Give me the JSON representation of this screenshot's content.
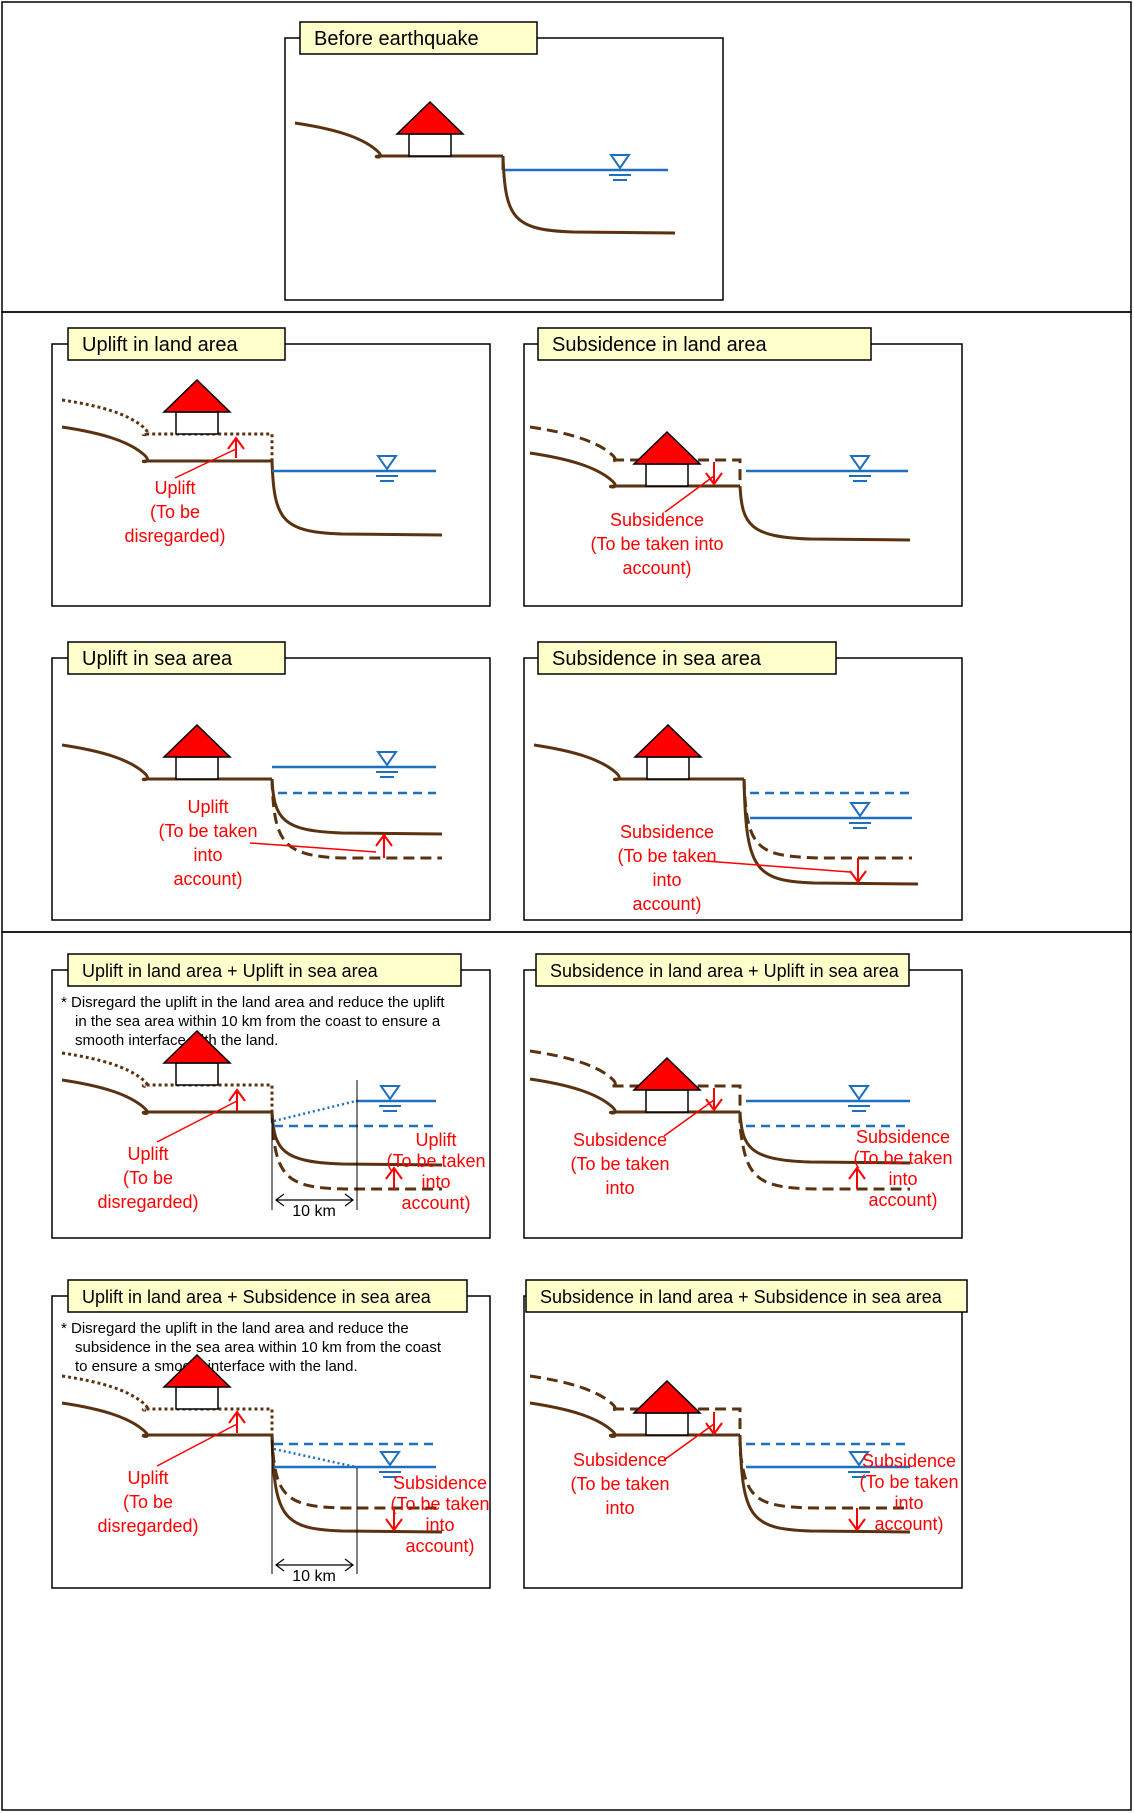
{
  "colors": {
    "ground": "#5a3210",
    "water": "#1f6fbf",
    "annotation": "#ff0000",
    "house": "#ff0000",
    "title_fill": "#ffffcc",
    "frame": "#000000"
  },
  "symbols": {
    "water_level": "water-level-icon",
    "house": "house-icon"
  },
  "panels": {
    "before": {
      "title": "Before earthquake"
    },
    "uplift_land": {
      "title": "Uplift in land area",
      "label": [
        "Uplift",
        "(To be",
        "disregarded)"
      ]
    },
    "subsidence_land": {
      "title": "Subsidence in land area",
      "label": [
        "Subsidence",
        "(To be taken into",
        "account)"
      ]
    },
    "uplift_sea": {
      "title": "Uplift in sea area",
      "label": [
        "Uplift",
        "(To be taken",
        "into",
        "account)"
      ]
    },
    "subsidence_sea": {
      "title": "Subsidence in sea area",
      "label": [
        "Subsidence",
        "(To be taken",
        "into",
        "account)"
      ]
    },
    "uplift_land_uplift_sea": {
      "title": "Uplift in land area + Uplift in sea area",
      "note": [
        "* Disregard the uplift in the land area and reduce the uplift",
        "in the sea area within 10 km from the coast to ensure a",
        "smooth interface with the land."
      ],
      "land_label": [
        "Uplift",
        "(To be",
        "disregarded)"
      ],
      "sea_label": [
        "Uplift",
        "(To be taken",
        "into",
        "account)"
      ],
      "distance": "10 km"
    },
    "subsidence_land_uplift_sea": {
      "title": "Subsidence in land area + Uplift in sea area",
      "land_label": [
        "Subsidence",
        "(To be taken",
        "into"
      ],
      "sea_label": [
        "Subsidence",
        "(To be taken",
        "into",
        "account)"
      ]
    },
    "uplift_land_subsidence_sea": {
      "title": "Uplift in land area + Subsidence in sea area",
      "note": [
        "* Disregard the uplift in the land area and reduce the",
        "subsidence in the sea area within 10 km from the coast",
        "to ensure a smooth interface with the land."
      ],
      "land_label": [
        "Uplift",
        "(To be",
        "disregarded)"
      ],
      "sea_label": [
        "Subsidence",
        "(To be taken",
        "into",
        "account)"
      ],
      "distance": "10 km"
    },
    "subsidence_land_subsidence_sea": {
      "title": "Subsidence in land area + Subsidence in sea area",
      "land_label": [
        "Subsidence",
        "(To be taken",
        "into"
      ],
      "sea_label": [
        "Subsidence",
        "(To be taken",
        "into",
        "account)"
      ]
    }
  }
}
